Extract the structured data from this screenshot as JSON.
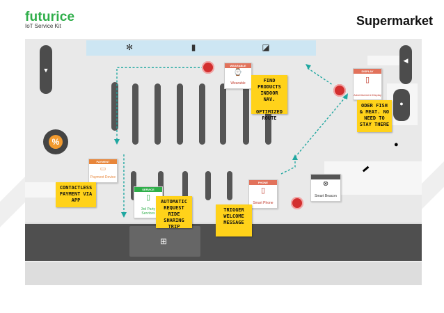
{
  "header": {
    "brand": "futurice",
    "subtitle": "IoT Service Kit",
    "title": "Supermarket"
  },
  "colors": {
    "brand_green": "#2fae4a",
    "sticky_yellow": "#ffd21a",
    "beacon_red": "#d32f2f",
    "flow_teal": "#1fa7a0",
    "fridge_blue": "#cde6f3",
    "road_gray": "#4f4f4f"
  },
  "icons": {
    "fridge": [
      "snowflake-icon",
      "bottle-icon",
      "frozen-food-icon"
    ],
    "fish": "fish-icon",
    "meat": "meat-icon",
    "vegetables": "vegetable-icon",
    "bread": "bread-icon",
    "shoe": "shoe-icon",
    "discount": "percent-icon",
    "cart": "cart-icon"
  },
  "cards": {
    "wearable": {
      "head": "WEARABLE",
      "label": "Wearable"
    },
    "advertisement": {
      "head": "DISPLAY",
      "label": "Advertisement Display"
    },
    "payment": {
      "head": "PAYMENT",
      "label": "Payment Device"
    },
    "third_party": {
      "head": "SERVICE",
      "label": "3rd Party Services"
    },
    "smartphone": {
      "head": "PHONE",
      "label": "Smart Phone"
    },
    "beacon": {
      "label": "Smart Beacon"
    }
  },
  "notes": {
    "find_products": "FIND PRODUCTS INDOOR NAV.\n\nOPTIMIZED ROUTE",
    "order_fish": "ODER FISH & MEAT. NO NEED TO STAY THERE",
    "contactless": "CONTACTLESS PAYMENT VIA APP",
    "ride_sharing": "AUTOMATIC REQUEST RIDE SHARING TRIP",
    "welcome": "TRIGGER WELCOME MESSAGE"
  }
}
